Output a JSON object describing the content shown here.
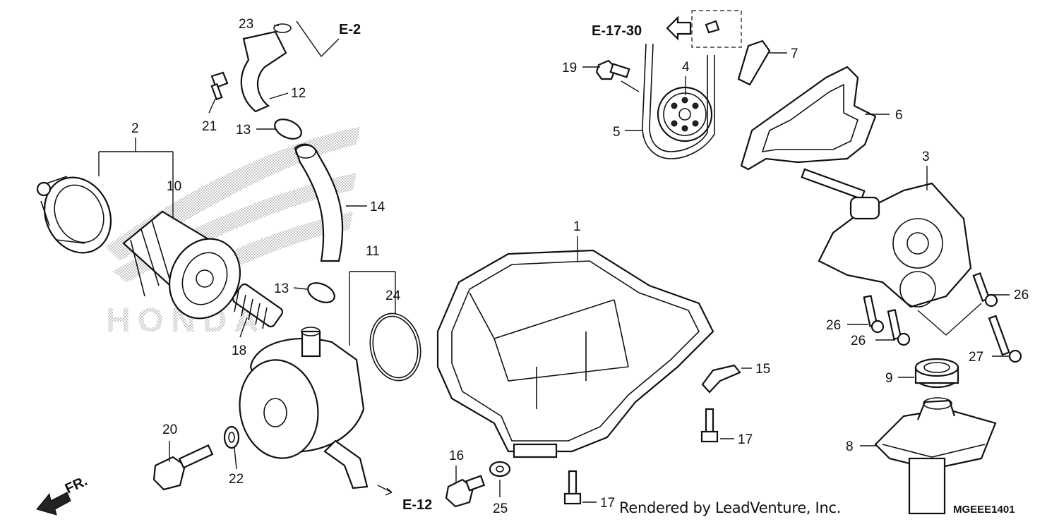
{
  "diagram": {
    "callouts": {
      "c1": "1",
      "c2": "2",
      "c3": "3",
      "c4": "4",
      "c5": "5",
      "c6": "6",
      "c7": "7",
      "c8": "8",
      "c9": "9",
      "c10": "10",
      "c11": "11",
      "c12": "12",
      "c13a": "13",
      "c13b": "13",
      "c14": "14",
      "c15": "15",
      "c16": "16",
      "c17a": "17",
      "c17b": "17",
      "c18": "18",
      "c19": "19",
      "c20": "20",
      "c21": "21",
      "c22": "22",
      "c23": "23",
      "c24": "24",
      "c25": "25",
      "c26a": "26",
      "c26b": "26",
      "c26c": "26",
      "c27": "27"
    },
    "references": {
      "e2": "E-2",
      "e12": "E-12",
      "e1730": "E-17-30",
      "front": "FR."
    },
    "watermark": "HONDA",
    "credit": "Rendered by LeadVenture, Inc.",
    "drawing_code": "MGEEE1401"
  }
}
